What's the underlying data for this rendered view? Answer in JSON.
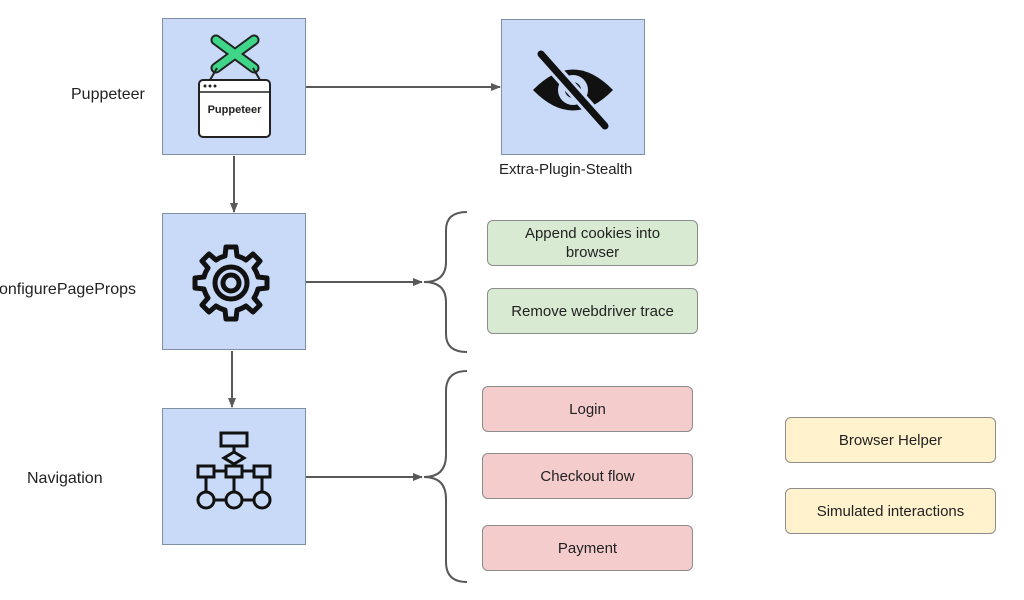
{
  "rows": {
    "puppeteer": "Puppeteer",
    "configure": "configurePageProps",
    "navigation": "Navigation"
  },
  "puppeteer_icon_text": "Puppeteer",
  "stealth_caption": "Extra-Plugin-Stealth",
  "configure_items": [
    "Append cookies into browser",
    "Remove webdriver trace"
  ],
  "navigation_items": [
    "Login",
    "Checkout flow",
    "Payment"
  ],
  "legend": {
    "helper": "Browser Helper",
    "interactions": "Simulated interactions"
  },
  "colors": {
    "node": "#c9daf8",
    "green": "#d9ead3",
    "red": "#f4cccc",
    "yellow": "#fff2cc",
    "connector": "#595959"
  }
}
